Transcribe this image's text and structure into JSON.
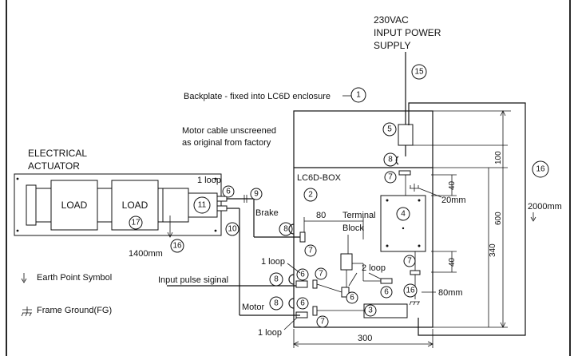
{
  "labels": {
    "power_supply": [
      "230VAC",
      "INPUT POWER",
      "SUPPLY"
    ],
    "backplate": "Backplate - fixed into LC6D enclosure",
    "motor_cable": [
      "Motor cable unscreened",
      "as original from factory"
    ],
    "actuator": [
      "ELECTRICAL",
      "ACTUATOR"
    ],
    "load_left": "LOAD",
    "load_right": "LOAD",
    "box_title": "LC6D-BOX",
    "terminal_block": [
      "Terminal",
      "Block"
    ],
    "brake": "Brake",
    "motor": "Motor",
    "input_pulse": "Input pulse siginal",
    "earth_legend": "Earth Point Symbol",
    "frame_legend": "Frame Ground(FG)",
    "loop_actuator": "1 loop",
    "loop_pulse": "1 loop",
    "loop_motor": "1 loop",
    "loop_terminal": "2 loop"
  },
  "dimensions": {
    "d100": "100",
    "d600": "600",
    "d340": "340",
    "d40_top": "40",
    "d40_bottom": "40",
    "d80": "80",
    "d300": "300",
    "len_2000": "2000mm",
    "len_1400": "1400mm",
    "len_20": "20mm",
    "len_80": "80mm"
  },
  "callouts": {
    "c1": "1",
    "c2": "2",
    "c3": "3",
    "c4": "4",
    "c5": "5",
    "c6a": "6",
    "c6b": "6",
    "c6c": "6",
    "c6d": "6",
    "c6e": "6",
    "c7a": "7",
    "c7b": "7",
    "c7c": "7",
    "c7d": "7",
    "c7e": "7",
    "c7f": "7",
    "c8a": "8",
    "c8b": "8",
    "c8c": "8",
    "c8d": "8",
    "c9": "9",
    "c10": "10",
    "c11": "11",
    "c15": "15",
    "c16a": "16",
    "c16b": "16",
    "c16c": "16",
    "c17": "17"
  }
}
